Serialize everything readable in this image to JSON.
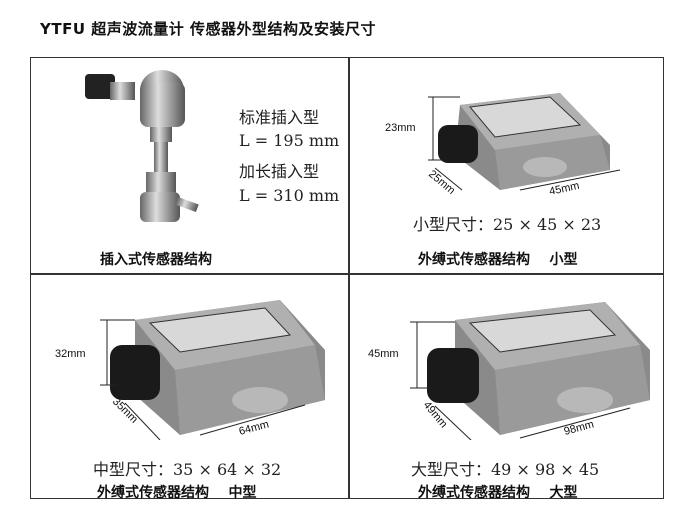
{
  "title": "YTFU 超声波流量计 传感器外型结构及安装尺寸",
  "cells": [
    {
      "caption": "插入式传感器结构",
      "lines": [
        "标准插入型",
        "L = 195 mm",
        "加长插入型",
        "L = 310 mm"
      ]
    },
    {
      "caption": "外缚式传感器结构    小型",
      "size": "小型尺寸：25 × 45 × 23",
      "dims": {
        "height": "23mm",
        "depth": "25mm",
        "length": "45mm"
      }
    },
    {
      "caption": "外缚式传感器结构    中型",
      "size": "中型尺寸：35 × 64 × 32",
      "dims": {
        "height": "32mm",
        "depth": "35mm",
        "length": "64mm"
      }
    },
    {
      "caption": "外缚式传感器结构    大型",
      "size": "大型尺寸：49 × 98 × 45",
      "dims": {
        "height": "45mm",
        "depth": "49mm",
        "length": "98mm"
      }
    }
  ]
}
